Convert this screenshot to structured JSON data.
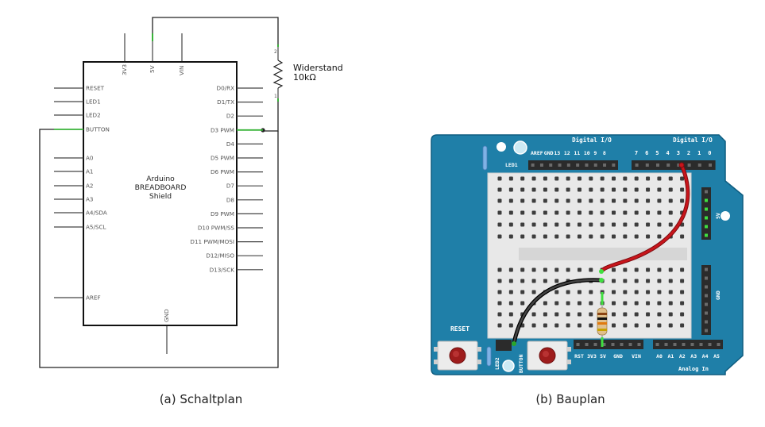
{
  "schematic": {
    "board_lines": [
      "Arduino",
      "BREADBOARD",
      "Shield"
    ],
    "top_pins": [
      "3V3",
      "5V",
      "VIN"
    ],
    "bottom_pin": "GND",
    "left_pins": [
      "RESET",
      "LED1",
      "LED2",
      "BUTTON",
      "A0",
      "A1",
      "A2",
      "A3",
      "A4/SDA",
      "A5/SCL",
      "AREF"
    ],
    "right_pins": [
      "D0/RX",
      "D1/TX",
      "D2",
      "D3 PWM",
      "D4",
      "D5 PWM",
      "D6 PWM",
      "D7",
      "D8",
      "D9 PWM",
      "D10 PWM/SS",
      "D11 PWM/MOSI",
      "D12/MISO",
      "D13/SCK"
    ],
    "resistor_label": "Widerstand",
    "resistor_value": "10kΩ",
    "resistor_pin_top": "2",
    "resistor_pin_bottom": "1",
    "caption": "(a) Schaltplan"
  },
  "breadboard": {
    "digital_left_label": "Digital I/O",
    "digital_right_label": "Digital I/O",
    "header_left_labels": [
      "AREF",
      "GND",
      "13",
      "12",
      "11",
      "10",
      "9",
      "8"
    ],
    "header_right_labels": [
      "7",
      "6",
      "5",
      "4",
      "3",
      "2",
      "1",
      "0"
    ],
    "led1_label": "LED1",
    "reset_label": "RESET",
    "led2_label": "LED2",
    "button_label": "BUTTON",
    "power_labels": [
      "RST",
      "3V3",
      "5V",
      "GND",
      "VIN"
    ],
    "analog_labels": [
      "A0",
      "A1",
      "A2",
      "A3",
      "A4",
      "A5"
    ],
    "analog_in_label": "Analog In",
    "side_5v_label": "5V",
    "side_gnd_label": "GND",
    "caption": "(b) Bauplan"
  },
  "colors": {
    "board_blue": "#1f7fa8",
    "breadboard": "#e8e8e8",
    "wire_red": "#c8151b",
    "wire_black": "#222222",
    "connection_green": "#2aa52a"
  }
}
